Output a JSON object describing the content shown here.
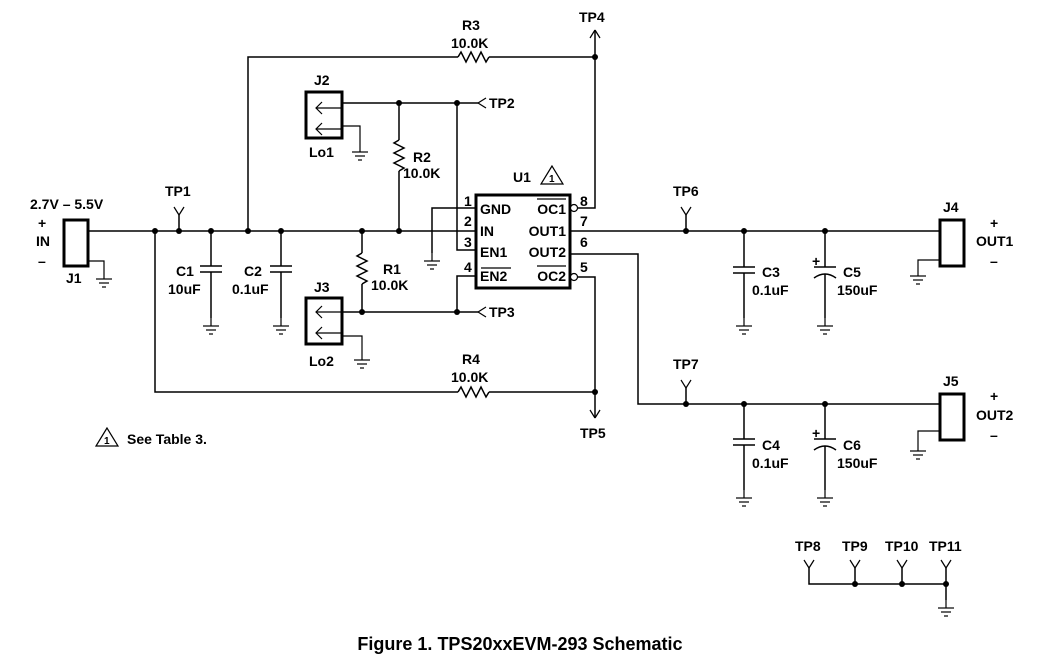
{
  "input": {
    "voltage": "2.7V – 5.5V",
    "plus": "+",
    "net": "IN",
    "minus": "–",
    "connector": "J1"
  },
  "test_points": {
    "tp1": "TP1",
    "tp2": "TP2",
    "tp3": "TP3",
    "tp4": "TP4",
    "tp5": "TP5",
    "tp6": "TP6",
    "tp7": "TP7",
    "tp8": "TP8",
    "tp9": "TP9",
    "tp10": "TP10",
    "tp11": "TP11"
  },
  "resistors": {
    "r1": {
      "ref": "R1",
      "value": "10.0K"
    },
    "r2": {
      "ref": "R2",
      "value": "10.0K"
    },
    "r3": {
      "ref": "R3",
      "value": "10.0K"
    },
    "r4": {
      "ref": "R4",
      "value": "10.0K"
    }
  },
  "capacitors": {
    "c1": {
      "ref": "C1",
      "value": "10uF"
    },
    "c2": {
      "ref": "C2",
      "value": "0.1uF"
    },
    "c3": {
      "ref": "C3",
      "value": "0.1uF"
    },
    "c4": {
      "ref": "C4",
      "value": "0.1uF"
    },
    "c5": {
      "ref": "C5",
      "value": "150uF"
    },
    "c6": {
      "ref": "C6",
      "value": "150uF"
    }
  },
  "jumpers": {
    "j2": {
      "ref": "J2",
      "label": "Lo1"
    },
    "j3": {
      "ref": "J3",
      "label": "Lo2"
    }
  },
  "ic": {
    "ref": "U1",
    "pins_left": [
      {
        "num": "1",
        "name": "GND"
      },
      {
        "num": "2",
        "name": "IN"
      },
      {
        "num": "3",
        "name": "EN1"
      },
      {
        "num": "4",
        "name": "EN2"
      }
    ],
    "pins_right": [
      {
        "num": "8",
        "name": "OC1"
      },
      {
        "num": "7",
        "name": "OUT1"
      },
      {
        "num": "6",
        "name": "OUT2"
      },
      {
        "num": "5",
        "name": "OC2"
      }
    ]
  },
  "outputs": {
    "out1": {
      "connector": "J4",
      "plus": "+",
      "net": "OUT1",
      "minus": "–"
    },
    "out2": {
      "connector": "J5",
      "plus": "+",
      "net": "OUT2",
      "minus": "–"
    }
  },
  "note": "See Table 3.",
  "caption": "Figure 1. TPS20xxEVM-293 Schematic"
}
